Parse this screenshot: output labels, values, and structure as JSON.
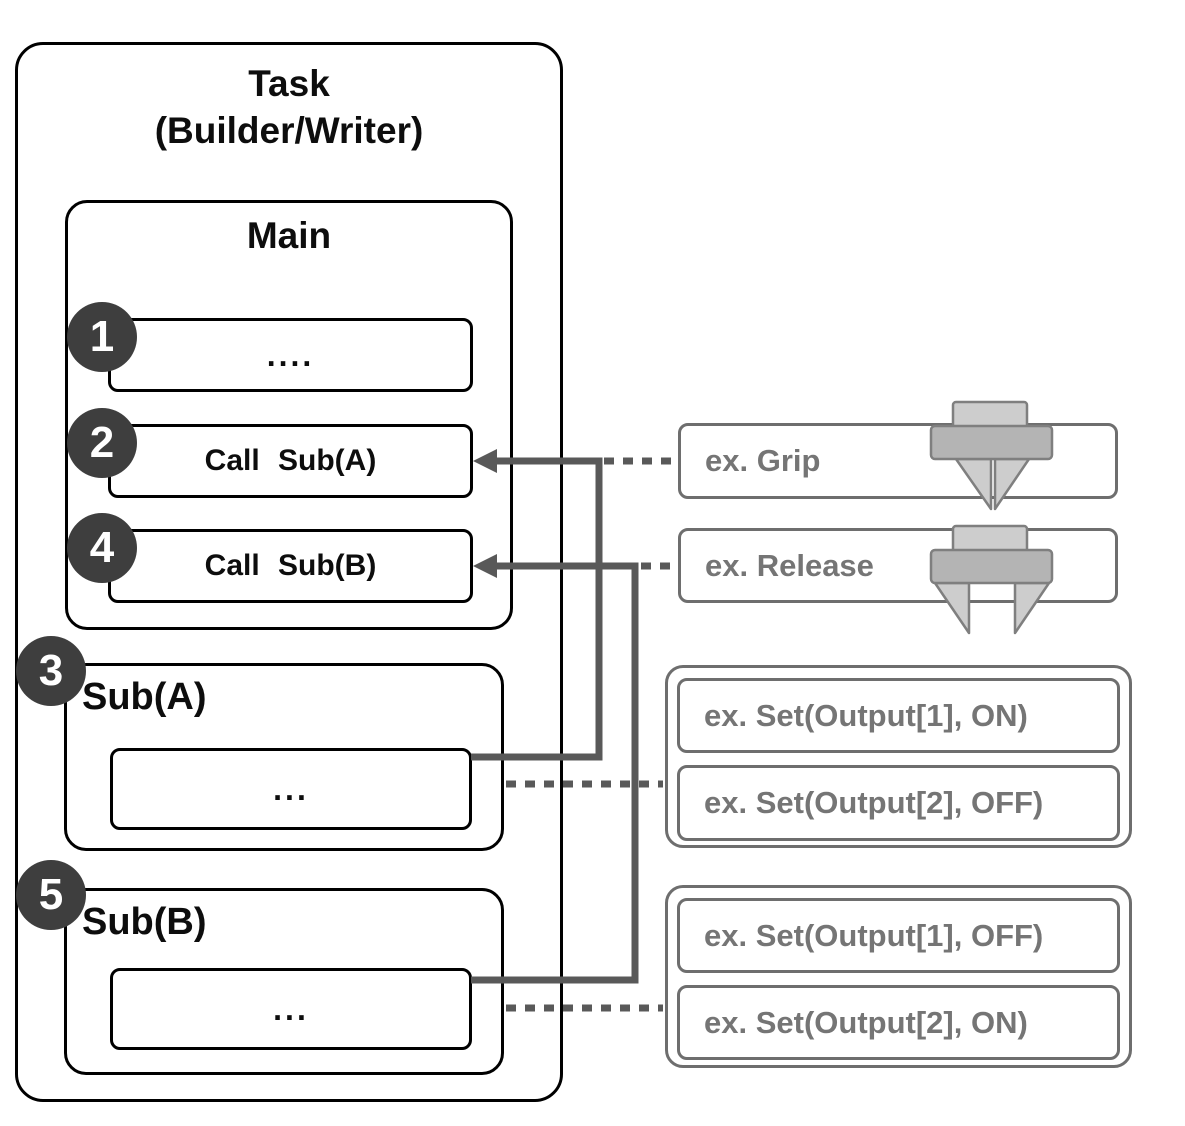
{
  "task": {
    "title_line1": "Task",
    "title_line2": "(Builder/Writer)"
  },
  "main": {
    "title": "Main",
    "steps": [
      {
        "num": "1",
        "label": "...."
      },
      {
        "num": "2",
        "label": "Call Sub(A)"
      },
      {
        "num": "4",
        "label": "Call Sub(B)"
      }
    ]
  },
  "subs": [
    {
      "num": "3",
      "title": "Sub(A)",
      "body": "..."
    },
    {
      "num": "5",
      "title": "Sub(B)",
      "body": "..."
    }
  ],
  "examples": {
    "grip_label": "ex. Grip",
    "release_label": "ex. Release",
    "set_a": [
      {
        "label": "ex. Set(Output[1], ON)"
      },
      {
        "label": "ex. Set(Output[2], OFF)"
      }
    ],
    "set_b": [
      {
        "label": "ex. Set(Output[1], OFF)"
      },
      {
        "label": "ex. Set(Output[2], ON)"
      }
    ]
  },
  "colors": {
    "box_border_black": "#000000",
    "circle_fill": "#3e3e3e",
    "connector_gray": "#595959",
    "example_border_gray": "#6e6e6e",
    "example_text_gray": "#757575",
    "gripper_light": "#cdcdcd",
    "gripper_mid": "#b4b4b4",
    "gripper_border": "#7f7f7f"
  }
}
